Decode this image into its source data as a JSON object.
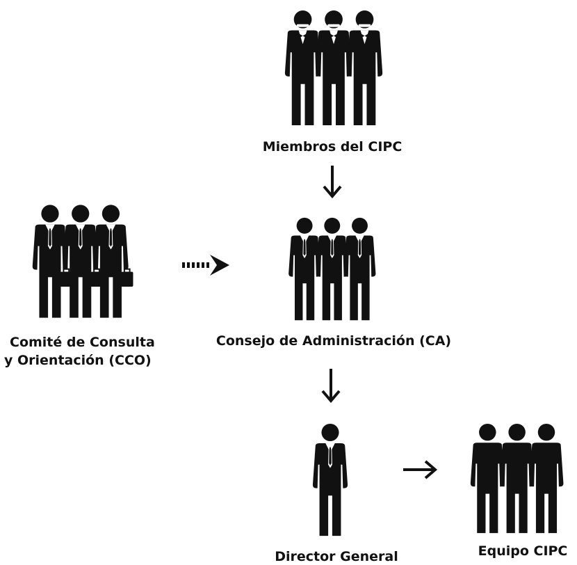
{
  "diagram": {
    "nodes": {
      "miembros": {
        "label": "Miembros del CIPC",
        "icon": "group-of-three-people-with-bow-ties-icon"
      },
      "consejo": {
        "label": "Consejo de Administración (CA)",
        "icon": "group-of-three-people-with-ties-icon"
      },
      "comite": {
        "label_line1": "Comité de Consulta",
        "label_line2": "y Orientación (CCO)",
        "icon": "group-of-three-people-with-briefcases-icon"
      },
      "director": {
        "label": "Director General",
        "icon": "single-person-with-tie-icon"
      },
      "equipo": {
        "label": "Equipo CIPC",
        "icon": "group-of-three-people-icon"
      }
    },
    "edges": [
      {
        "from": "Miembros del CIPC",
        "to": "Consejo de Administración (CA)",
        "style": "solid"
      },
      {
        "from": "Comité de Consulta y Orientación (CCO)",
        "to": "Consejo de Administración (CA)",
        "style": "dotted"
      },
      {
        "from": "Consejo de Administración (CA)",
        "to": "Director General",
        "style": "solid"
      },
      {
        "from": "Director General",
        "to": "Equipo CIPC",
        "style": "solid"
      }
    ]
  },
  "colors": {
    "figure": "#111111",
    "shirt": "#ffffff",
    "background": "#ffffff"
  }
}
